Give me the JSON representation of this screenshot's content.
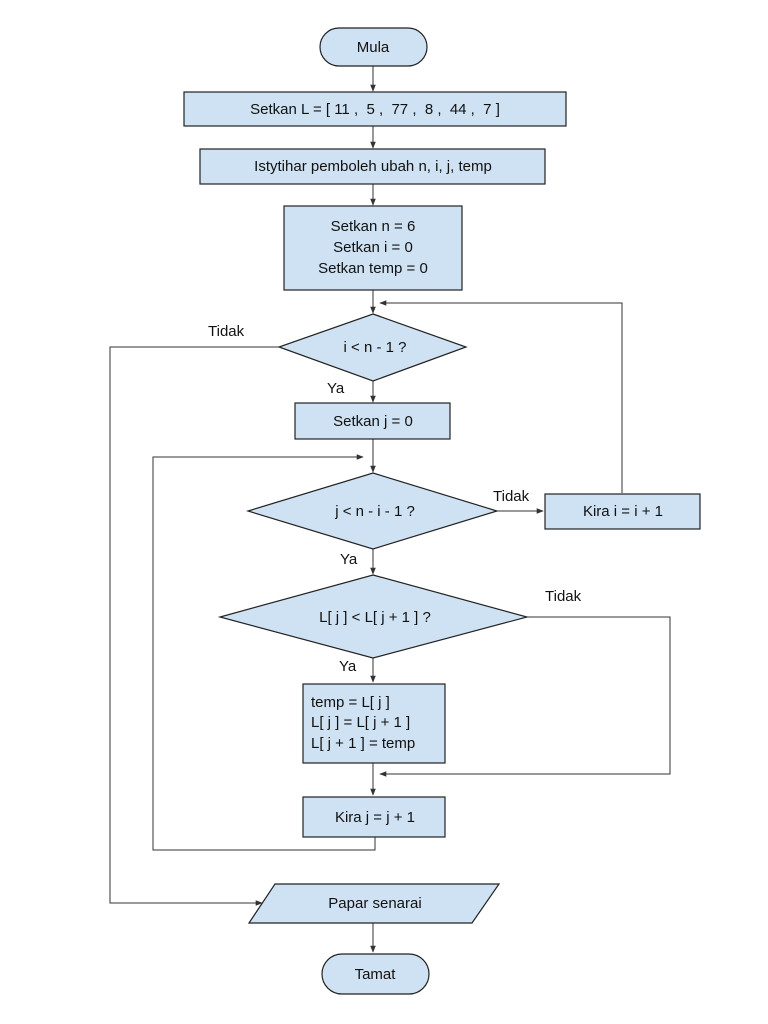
{
  "flowchart": {
    "start": "Mula",
    "set_list": "Setkan L = [ 11 ,  5 ,  77 ,  8 ,  44 ,  7 ]",
    "declare": "Istytihar pemboleh ubah n, i, j, temp",
    "init": [
      "Setkan n = 6",
      "Setkan i = 0",
      "Setkan temp = 0"
    ],
    "cond_outer": "i < n - 1 ?",
    "set_j": "Setkan j = 0",
    "cond_inner": "j < n - i - 1 ?",
    "inc_i": "Kira i = i + 1",
    "cond_compare": "L[ j ] < L[ j + 1 ] ?",
    "swap": [
      "temp = L[ j ]",
      "L[ j ] = L[ j + 1 ]",
      "L[ j + 1 ] = temp"
    ],
    "inc_j": "Kira j = j + 1",
    "output": "Papar senarai",
    "end": "Tamat",
    "labels": {
      "outer_no": "Tidak",
      "outer_yes": "Ya",
      "inner_no": "Tidak",
      "inner_yes": "Ya",
      "compare_no": "Tidak",
      "compare_yes": "Ya"
    }
  }
}
